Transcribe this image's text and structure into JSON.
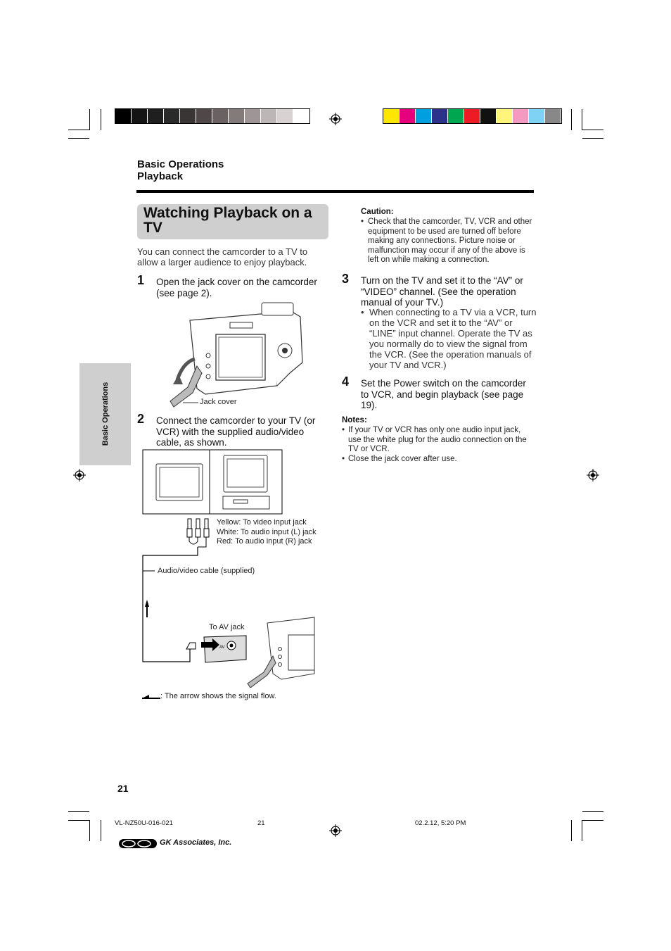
{
  "header": {
    "line1": "Basic Operations",
    "line2": "Playback"
  },
  "title": "Watching Playback on a TV",
  "intro": "You can connect the camcorder to a TV to allow a larger audience to enjoy playback.",
  "steps": [
    {
      "num": "1",
      "text": "Open the jack cover on the camcorder (see page 2)."
    },
    {
      "num": "2",
      "text": "Connect the camcorder to your TV (or VCR) with the supplied audio/video cable, as shown."
    },
    {
      "num": "3",
      "text": "Turn on the TV and set it to the “AV” or “VIDEO” channel. (See the operation manual of your TV.)"
    },
    {
      "num": "4",
      "text": "Set the Power switch on the camcorder to VCR, and begin playback (see page 19)."
    }
  ],
  "step3_bullet": "When connecting to a TV via a VCR, turn on the VCR and set it to the “AV” or “LINE” input channel. Operate the TV as you normally do to view the signal from the VCR. (See the operation manuals of your TV and VCR.)",
  "caution": {
    "title": "Caution:",
    "text": "Check that the camcorder, TV, VCR and other equipment to be used are turned off before making any connections. Picture noise or malfunction may occur if any of the above is left on while making a connection."
  },
  "notes": {
    "title": "Notes:",
    "items": [
      "If your TV or VCR has only one audio input jack, use the white plug for the audio connection on the TV or VCR.",
      "Close the jack cover after use."
    ]
  },
  "figure1": {
    "label": "Jack cover"
  },
  "figure2": {
    "plug_labels": [
      "Yellow: To video input jack",
      "White: To audio input (L) jack",
      "Red: To audio input (R) jack"
    ],
    "cable_label": "Audio/video cable (supplied)",
    "jack_label": "To AV jack",
    "av_text": "AV",
    "arrow_caption": ": The arrow shows the signal flow."
  },
  "side_tab": "Basic Operations",
  "page_number": "21",
  "footer": {
    "file": "VL-NZ50U-016-021",
    "page": "21",
    "timestamp": "02.2.12, 5:20 PM",
    "company": "GK Associates, Inc."
  },
  "colors": {
    "grayscale_bar": [
      "#000000",
      "#141414",
      "#1f1f1f",
      "#2a2a2a",
      "#3a3535",
      "#504848",
      "#6a6262",
      "#837a7a",
      "#9e9696",
      "#bdb6b6",
      "#d8d2d2",
      "#ffffff"
    ],
    "color_bar": [
      "#ffe600",
      "#e6007e",
      "#00a0e0",
      "#2c3289",
      "#00a650",
      "#ed1c24",
      "#111111",
      "#fff57a",
      "#f49ac1",
      "#7fd2f3",
      "#888888"
    ],
    "title_box": "#cfcfcf"
  }
}
